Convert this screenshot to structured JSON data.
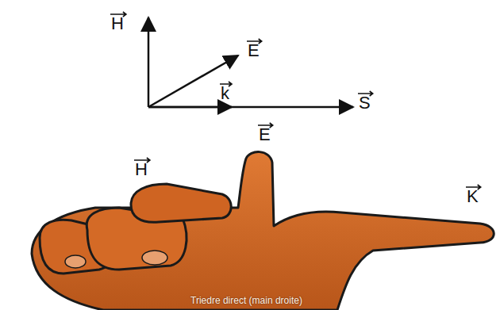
{
  "diagram": {
    "caption": "Triedre direct (main droite)",
    "labels": [
      "H",
      "E",
      "k",
      "S",
      "H",
      "E",
      "K"
    ]
  }
}
